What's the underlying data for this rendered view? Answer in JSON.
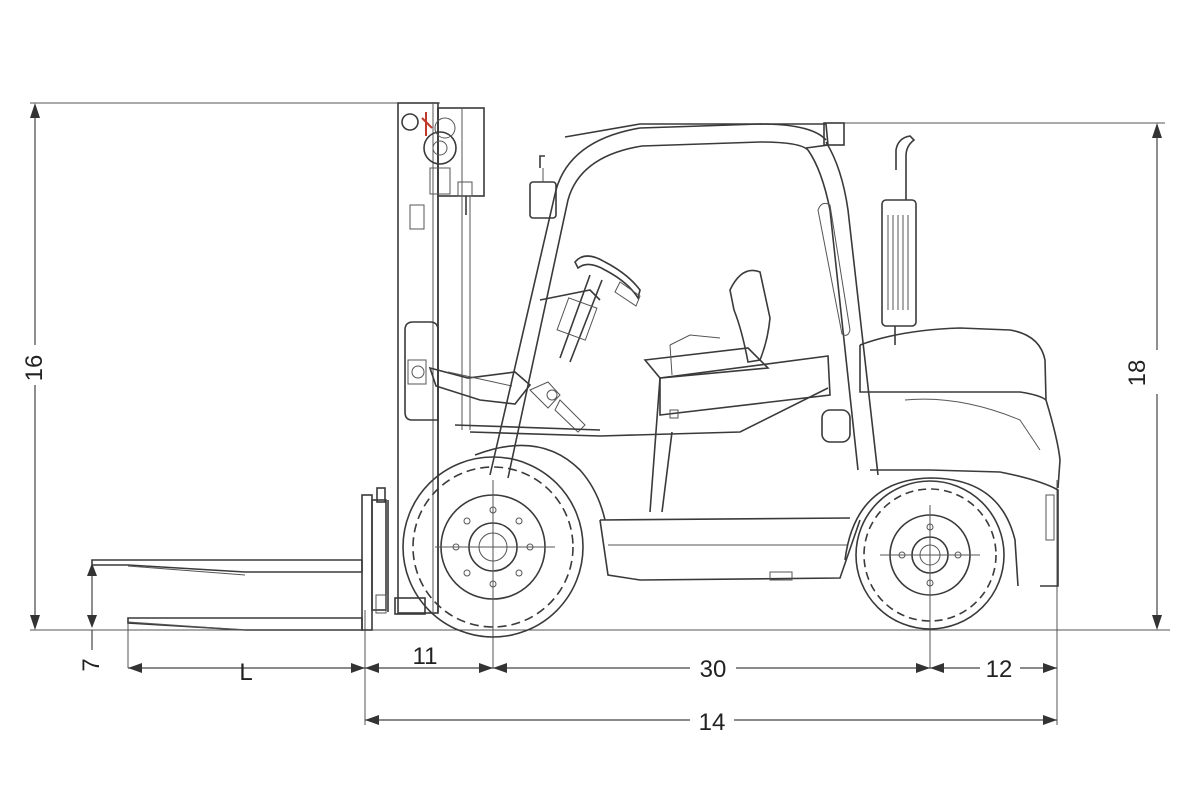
{
  "dimensions": {
    "overall_height_mast": "16",
    "overall_height_cab": "18",
    "fork_height": "7",
    "fork_length": "L",
    "front_overhang": "11",
    "wheelbase": "30",
    "rear_overhang": "12",
    "overall_length": "14"
  },
  "colors": {
    "line": "#3a3a3a",
    "accent": "#c0392b",
    "background": "#ffffff"
  }
}
